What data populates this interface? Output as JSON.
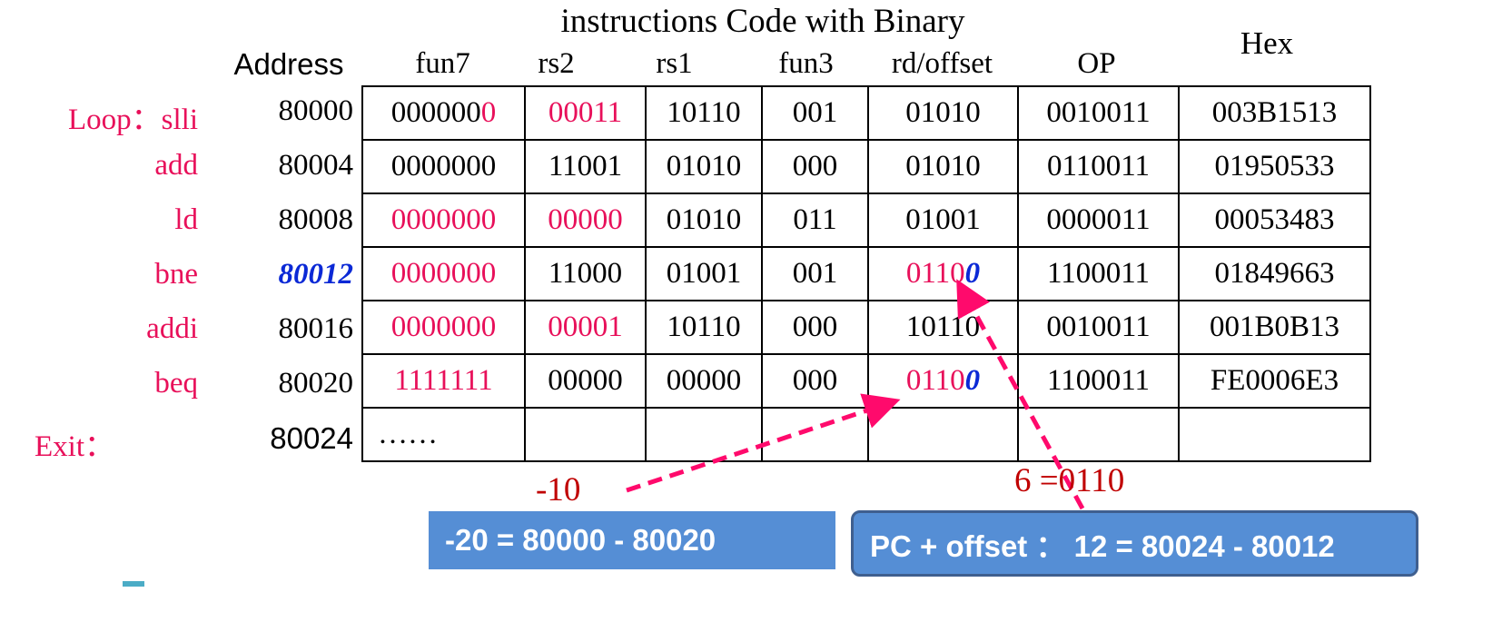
{
  "title": "instructions Code with Binary",
  "headers": {
    "address": "Address",
    "fun7": "fun7",
    "rs2": "rs2",
    "rs1": "rs1",
    "fun3": "fun3",
    "rd": "rd/offset",
    "op": "OP",
    "hex": "Hex"
  },
  "rows": [
    {
      "label": "Loop：slli",
      "addr": "80000",
      "addr_style": "k",
      "cells": [
        [
          {
            "t": "000000",
            "c": "k"
          },
          {
            "t": "0",
            "c": "r"
          }
        ],
        [
          {
            "t": "00011",
            "c": "r"
          }
        ],
        [
          {
            "t": "10110",
            "c": "k"
          }
        ],
        [
          {
            "t": "001",
            "c": "k"
          }
        ],
        [
          {
            "t": "01010",
            "c": "k"
          }
        ],
        [
          {
            "t": "0010011",
            "c": "k"
          }
        ],
        [
          {
            "t": "003B1513",
            "c": "k"
          }
        ]
      ]
    },
    {
      "label": "add",
      "addr": "80004",
      "addr_style": "k",
      "cells": [
        [
          {
            "t": "0000000",
            "c": "k"
          }
        ],
        [
          {
            "t": "11001",
            "c": "k"
          }
        ],
        [
          {
            "t": "01010",
            "c": "k"
          }
        ],
        [
          {
            "t": "000",
            "c": "k"
          }
        ],
        [
          {
            "t": "01010",
            "c": "k"
          }
        ],
        [
          {
            "t": "0110011",
            "c": "k"
          }
        ],
        [
          {
            "t": "01950533",
            "c": "k"
          }
        ]
      ]
    },
    {
      "label": "ld",
      "addr": "80008",
      "addr_style": "k",
      "cells": [
        [
          {
            "t": "0000000",
            "c": "r"
          }
        ],
        [
          {
            "t": "00000",
            "c": "r"
          }
        ],
        [
          {
            "t": "01010",
            "c": "k"
          }
        ],
        [
          {
            "t": "011",
            "c": "k"
          }
        ],
        [
          {
            "t": "01001",
            "c": "k"
          }
        ],
        [
          {
            "t": "0000011",
            "c": "k"
          }
        ],
        [
          {
            "t": "00053483",
            "c": "k"
          }
        ]
      ]
    },
    {
      "label": "bne",
      "addr": "80012",
      "addr_style": "b",
      "cells": [
        [
          {
            "t": "0000000",
            "c": "r"
          }
        ],
        [
          {
            "t": "11000",
            "c": "k"
          }
        ],
        [
          {
            "t": "01001",
            "c": "k"
          }
        ],
        [
          {
            "t": "001",
            "c": "k"
          }
        ],
        [
          {
            "t": "0110",
            "c": "r"
          },
          {
            "t": "0",
            "c": "b"
          }
        ],
        [
          {
            "t": "1100011",
            "c": "k"
          }
        ],
        [
          {
            "t": "01849663",
            "c": "k"
          }
        ]
      ]
    },
    {
      "label": "addi",
      "addr": "80016",
      "addr_style": "k",
      "cells": [
        [
          {
            "t": "0000000",
            "c": "r"
          }
        ],
        [
          {
            "t": "00001",
            "c": "r"
          }
        ],
        [
          {
            "t": "10110",
            "c": "k"
          }
        ],
        [
          {
            "t": "000",
            "c": "k"
          }
        ],
        [
          {
            "t": "10110",
            "c": "k"
          }
        ],
        [
          {
            "t": "0010011",
            "c": "k"
          }
        ],
        [
          {
            "t": "001B0B13",
            "c": "k"
          }
        ]
      ]
    },
    {
      "label": "beq",
      "addr": "80020",
      "addr_style": "k",
      "cells": [
        [
          {
            "t": "1111111",
            "c": "r"
          }
        ],
        [
          {
            "t": "00000",
            "c": "k"
          }
        ],
        [
          {
            "t": "00000",
            "c": "k"
          }
        ],
        [
          {
            "t": "000",
            "c": "k"
          }
        ],
        [
          {
            "t": "0110",
            "c": "r"
          },
          {
            "t": "0",
            "c": "b"
          }
        ],
        [
          {
            "t": "1100011",
            "c": "k"
          }
        ],
        [
          {
            "t": "FE0006E3",
            "c": "k"
          }
        ]
      ]
    },
    {
      "label": "Exit：",
      "addr": "80024",
      "addr_style": "sans",
      "cells": [
        [
          {
            "t": "……",
            "c": "k"
          }
        ],
        [],
        [],
        [],
        [],
        [],
        []
      ]
    }
  ],
  "notes": {
    "minus10": "-10",
    "six": "6   =0110"
  },
  "boxes": {
    "left": "-20 = 80000 - 80020",
    "right": "PC + offset  ：  12 = 80024 - 80012"
  },
  "colors": {
    "accent": "#e8105a",
    "blue": "#0b29d6",
    "box": "#558ed5"
  }
}
